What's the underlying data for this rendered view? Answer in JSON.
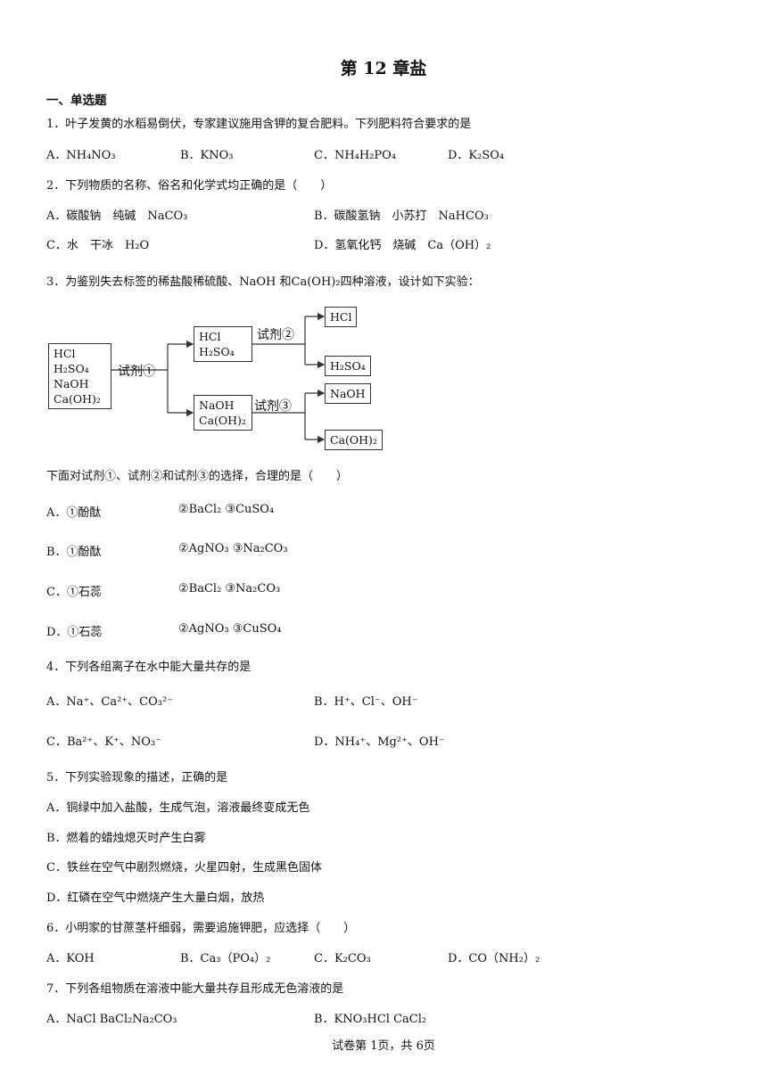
{
  "title": "第 12 章盐",
  "section": "一、单选题",
  "q1": {
    "stem": "1．叶子发黄的水稻易倒伏，专家建议施用含钾的复合肥料。下列肥料符合要求的是",
    "A": "A．NH₄NO₃",
    "B": "B．KNO₃",
    "C": "C．NH₄H₂PO₄",
    "D": "D．K₂SO₄"
  },
  "q2": {
    "stem": "2．下列物质的名称、俗名和化学式均正确的是（　　）",
    "A": "A．碳酸钠　纯碱　NaCO₃",
    "B": "B．碳酸氢钠　小苏打　NaHCO₃",
    "C": "C．水　干冰　H₂O",
    "D": "D．氢氧化钙　烧碱　Ca（OH）₂"
  },
  "q3": {
    "stem": "3．为鉴别失去标签的稀盐酸稀硫酸、NaOH 和Ca(OH)₂四种溶液，设计如下实验：",
    "diagram": {
      "start": [
        "HCl",
        "H₂SO₄",
        "NaOH",
        "Ca(OH)₂"
      ],
      "r1": "试剂①",
      "mid_top": [
        "HCl",
        "H₂SO₄"
      ],
      "mid_bottom": [
        "NaOH",
        "Ca(OH)₂"
      ],
      "r2": "试剂②",
      "r3": "试剂③",
      "out1": "HCl",
      "out2": "H₂SO₄",
      "out3": "NaOH",
      "out4": "Ca(OH)₂"
    },
    "q": "下面对试剂①、试剂②和试剂③的选择，合理的是（　　）",
    "A": [
      "A．①酚酞",
      "②BaCl₂ ③CuSO₄"
    ],
    "B": [
      "B．①酚酞",
      "②AgNO₃ ③Na₂CO₃"
    ],
    "C": [
      "C．①石蕊",
      "②BaCl₂ ③Na₂CO₃"
    ],
    "D": [
      "D．①石蕊",
      "②AgNO₃ ③CuSO₄"
    ]
  },
  "q4": {
    "stem": "4．下列各组离子在水中能大量共存的是",
    "A": "A．Na⁺、Ca²⁺、CO₃²⁻",
    "B": "B．H⁺、Cl⁻、OH⁻",
    "C": "C．Ba²⁺、K⁺、NO₃⁻",
    "D": "D．NH₄⁺、Mg²⁺、OH⁻"
  },
  "q5": {
    "stem": "5．下列实验现象的描述，正确的是",
    "A": "A．铜绿中加入盐酸，生成气泡，溶液最终变成无色",
    "B": "B．燃着的蜡烛熄灭时产生白雾",
    "C": "C．铁丝在空气中剧烈燃烧，火星四射，生成黑色固体",
    "D": "D．红磷在空气中燃烧产生大量白烟，放热"
  },
  "q6": {
    "stem": "6．小明家的甘蔗茎杆细弱，需要追施钾肥，应选择（　　）",
    "A": "A．KOH",
    "B": "B．Ca₃（PO₄）₂",
    "C": "C．K₂CO₃",
    "D": "D．CO（NH₂）₂"
  },
  "q7": {
    "stem": "7．下列各组物质在溶液中能大量共存且形成无色溶液的是",
    "A": "A．NaCl BaCl₂Na₂CO₃",
    "B": "B．KNO₃HCl CaCl₂"
  },
  "footer": "试卷第 1页，共 6页"
}
